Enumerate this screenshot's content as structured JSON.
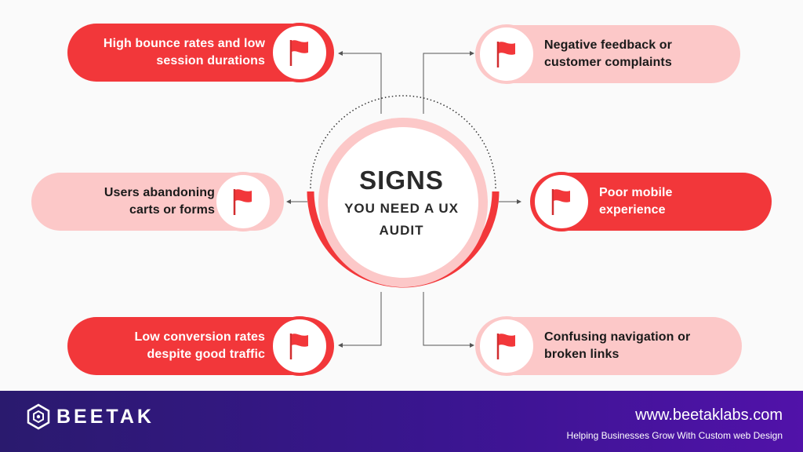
{
  "center": {
    "title": "SIGNS",
    "subtitle_line1": "YOU NEED A UX",
    "subtitle_line2": "AUDIT"
  },
  "signs": [
    {
      "text_line1": "High bounce rates and low",
      "text_line2": "session durations",
      "icon": "flag-icon",
      "style": "dark"
    },
    {
      "text_line1": "Negative feedback or",
      "text_line2": "customer complaints",
      "icon": "flag-icon",
      "style": "light"
    },
    {
      "text_line1": "Users abandoning",
      "text_line2": "carts or forms",
      "icon": "flag-icon",
      "style": "light"
    },
    {
      "text_line1": "Poor mobile",
      "text_line2": "experience",
      "icon": "flag-icon",
      "style": "dark"
    },
    {
      "text_line1": "Low conversion rates",
      "text_line2": "despite good traffic",
      "icon": "flag-icon",
      "style": "dark"
    },
    {
      "text_line1": "Confusing navigation or",
      "text_line2": "broken links",
      "icon": "flag-icon",
      "style": "light"
    }
  ],
  "footer": {
    "brand": "BEETAK",
    "url": "www.beetaklabs.com",
    "tagline": "Helping Businesses Grow With Custom web Design"
  },
  "colors": {
    "accent": "#f2373a",
    "accent_light": "#fcc8c8",
    "footer_start": "#2a1a6e",
    "footer_end": "#5112a9"
  }
}
